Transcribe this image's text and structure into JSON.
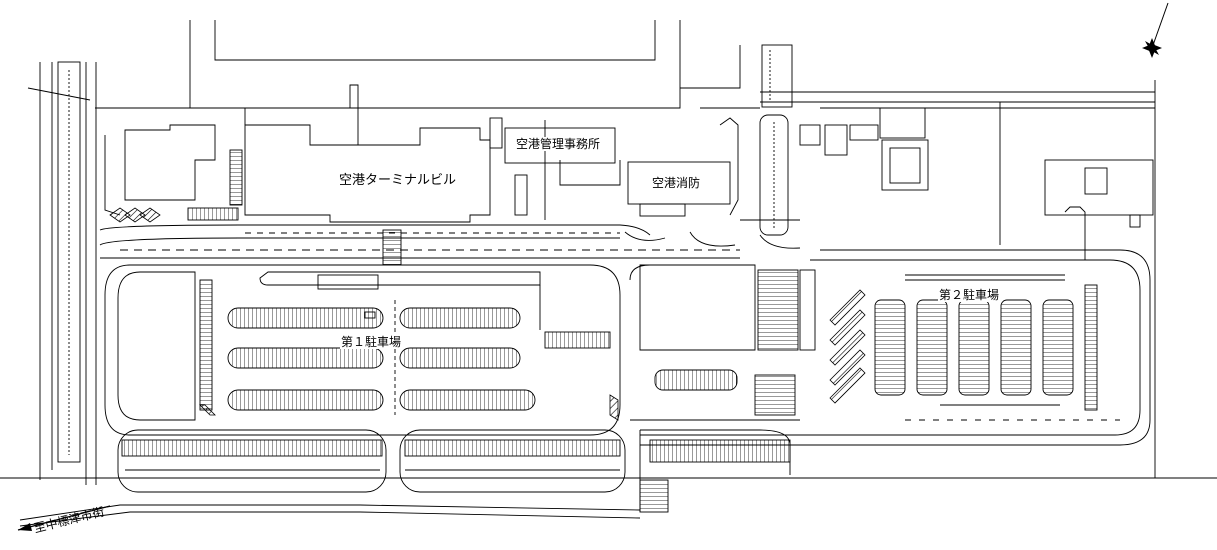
{
  "map": {
    "labels": {
      "terminal": "空港ターミナルビル",
      "admin_office": "空港管理事務所",
      "fire_station": "空港消防",
      "parking_1": "第１駐車場",
      "parking_2": "第２駐車場"
    },
    "direction_sign": "至中標津市街",
    "north_arrow": "north-arrow-icon"
  }
}
